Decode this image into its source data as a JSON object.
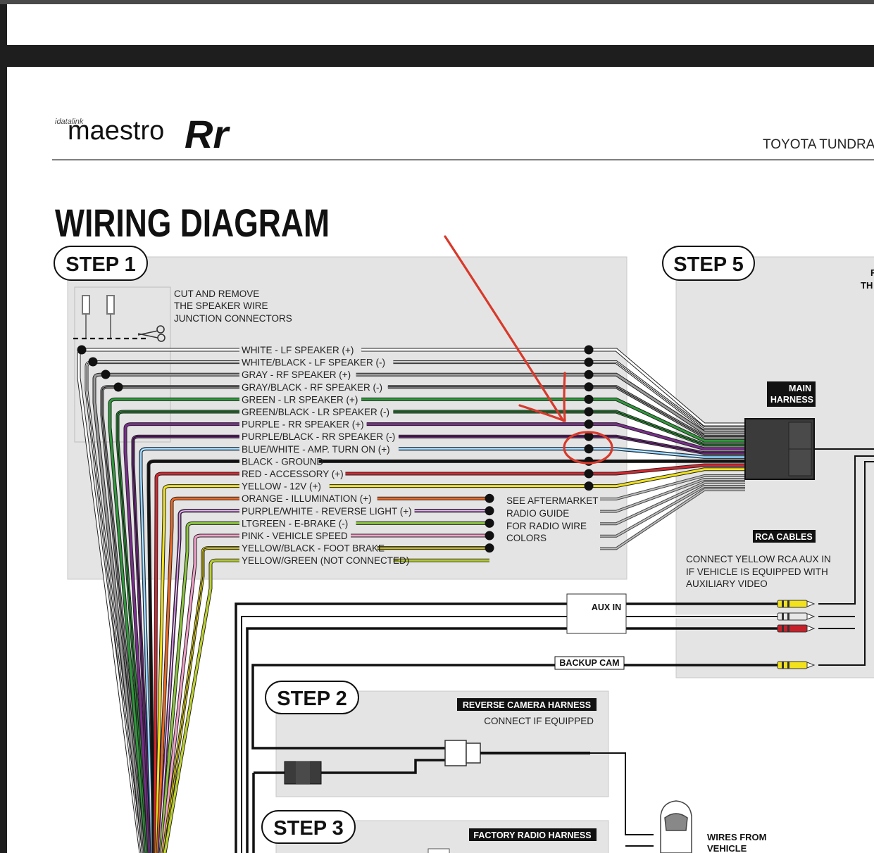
{
  "header": {
    "brand_small": "idatalink",
    "brand_main": "maestro",
    "brand_suffix": "Rr",
    "vehicle": "TOYOTA TUNDRA WITH"
  },
  "title": "WIRING DIAGRAM",
  "steps": {
    "step1": "STEP 1",
    "step2": "STEP 2",
    "step3": "STEP 3",
    "step5": "STEP 5"
  },
  "instructions": {
    "cut_line1": "CUT AND REMOVE",
    "cut_line2": "THE SPEAKER WIRE",
    "cut_line3": "JUNCTION CONNECTORS",
    "see_line1": "SEE AFTERMARKET",
    "see_line2": "RADIO GUIDE",
    "see_line3": "FOR RADIO WIRE",
    "see_line4": "COLORS",
    "rca_line1": "CONNECT YELLOW RCA AUX IN",
    "rca_line2": "IF VEHICLE IS EQUIPPED WITH",
    "rca_line3": "AUXILIARY VIDEO",
    "connect_if": "CONNECT IF EQUIPPED",
    "step5_partial1": "F",
    "step5_partial2": "TH"
  },
  "tags": {
    "main_harness1": "MAIN",
    "main_harness2": "HARNESS",
    "rca_cables": "RCA CABLES",
    "aux_in": "AUX IN",
    "backup_cam": "BACKUP CAM",
    "reverse_camera_harness": "REVERSE CAMERA HARNESS",
    "factory_radio_harness": "FACTORY RADIO HARNESS",
    "wires_from1": "WIRES FROM",
    "wires_from2": "VEHICLE"
  },
  "wires": [
    {
      "label": "WHITE - LF SPEAKER (+)",
      "color": "#ffffff",
      "stripe": ""
    },
    {
      "label": "WHITE/BLACK - LF SPEAKER (-)",
      "color": "#ffffff",
      "stripe": "#111111"
    },
    {
      "label": "GRAY - RF SPEAKER (+)",
      "color": "#9a9a9a",
      "stripe": ""
    },
    {
      "label": "GRAY/BLACK - RF SPEAKER (-)",
      "color": "#9a9a9a",
      "stripe": "#111111"
    },
    {
      "label": "GREEN - LR SPEAKER (+)",
      "color": "#2e9a3a",
      "stripe": ""
    },
    {
      "label": "GREEN/BLACK - LR SPEAKER (-)",
      "color": "#2e9a3a",
      "stripe": "#111111"
    },
    {
      "label": "PURPLE - RR SPEAKER (+)",
      "color": "#7b2d8e",
      "stripe": ""
    },
    {
      "label": "PURPLE/BLACK - RR SPEAKER (-)",
      "color": "#7b2d8e",
      "stripe": "#111111"
    },
    {
      "label": "BLUE/WHITE - AMP. TURN ON (+)",
      "color": "#4aa3df",
      "stripe": "#ffffff"
    },
    {
      "label": "BLACK - GROUND",
      "color": "#111111",
      "stripe": ""
    },
    {
      "label": "RED - ACCESSORY (+)",
      "color": "#d7262e",
      "stripe": ""
    },
    {
      "label": "YELLOW - 12V (+)",
      "color": "#f2e21c",
      "stripe": ""
    },
    {
      "label": "ORANGE - ILLUMINATION (+)",
      "color": "#ec6a24",
      "stripe": ""
    },
    {
      "label": "PURPLE/WHITE - REVERSE LIGHT (+)",
      "color": "#7b2d8e",
      "stripe": "#ffffff"
    },
    {
      "label": "LTGREEN - E-BRAKE (-)",
      "color": "#8cc63f",
      "stripe": ""
    },
    {
      "label": "PINK - VEHICLE SPEED",
      "color": "#f2a1c8",
      "stripe": ""
    },
    {
      "label": "YELLOW/BLACK - FOOT BRAKE",
      "color": "#f2e21c",
      "stripe": "#111111"
    },
    {
      "label": "YELLOW/GREEN (NOT CONNECTED)",
      "color": "#e0df2a",
      "stripe": "#8cc63f"
    }
  ],
  "colors": {
    "panel": "#e4e4e4",
    "annotation": "#d8392b",
    "rca_yellow": "#f2e21c",
    "rca_white": "#e8e8e8",
    "rca_red": "#c8202b"
  }
}
